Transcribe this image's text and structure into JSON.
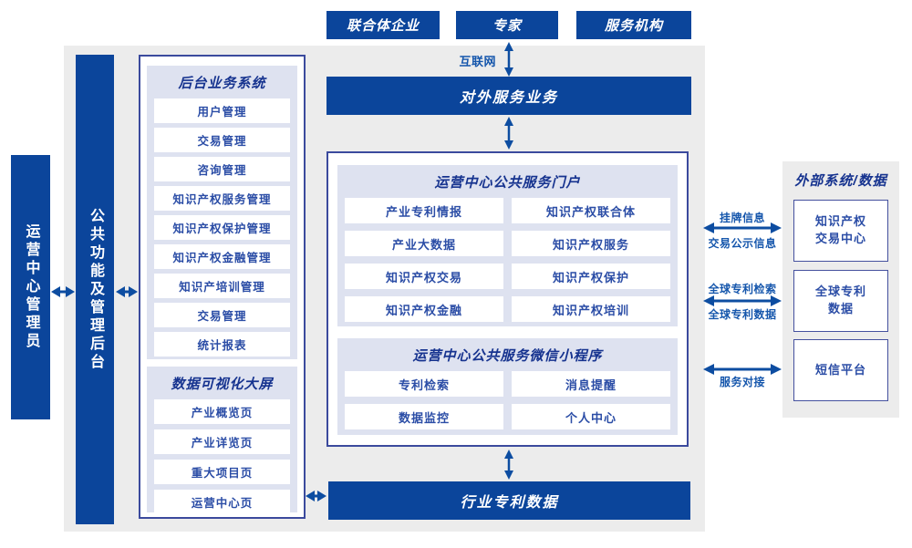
{
  "actors": {
    "consortium": "联合体企业",
    "expert": "专家",
    "agency": "服务机构"
  },
  "labels": {
    "internet": "互联网"
  },
  "bars": {
    "external_service": "对外服务业务",
    "industry_patent_data": "行业专利数据",
    "admin": "运营中心管理员",
    "backend_mgmt": "公共功能及管理后台"
  },
  "backend_system": {
    "title": "后台业务系统",
    "items": [
      "用户管理",
      "交易管理",
      "咨询管理",
      "知识产权服务管理",
      "知识产权保护管理",
      "知识产权金融管理",
      "知识产培训管理",
      "交易管理",
      "统计报表"
    ]
  },
  "dashboard": {
    "title": "数据可视化大屏",
    "items": [
      "产业概览页",
      "产业详览页",
      "重大项目页",
      "运营中心页"
    ]
  },
  "portal": {
    "title": "运营中心公共服务门户",
    "items": [
      "产业专利情报",
      "知识产权联合体",
      "产业大数据",
      "知识产权服务",
      "知识产权交易",
      "知识产权保护",
      "知识产权金融",
      "知识产权培训"
    ]
  },
  "miniprogram": {
    "title": "运营中心公共服务微信小程序",
    "items": [
      "专利检索",
      "消息提醒",
      "数据监控",
      "个人中心"
    ]
  },
  "external_systems": {
    "title": "外部系统/数据",
    "boxes": [
      "知识产权\n交易中心",
      "全球专利\n数据",
      "短信平台"
    ],
    "link_labels": {
      "listing_info": "挂牌信息",
      "trade_publicity": "交易公示信息",
      "global_patent_search": "全球专利检索",
      "global_patent_data": "全球专利数据",
      "service_connect": "服务对接"
    }
  },
  "colors": {
    "primary_blue": "#0b459b",
    "arrow_blue": "#0d4da1",
    "panel_lavender": "#dee2f0",
    "canvas_gray": "#ececec",
    "border_indigo": "#3b4a9d",
    "item_text_blue": "#2b4da6",
    "label_blue": "#1556ac"
  }
}
